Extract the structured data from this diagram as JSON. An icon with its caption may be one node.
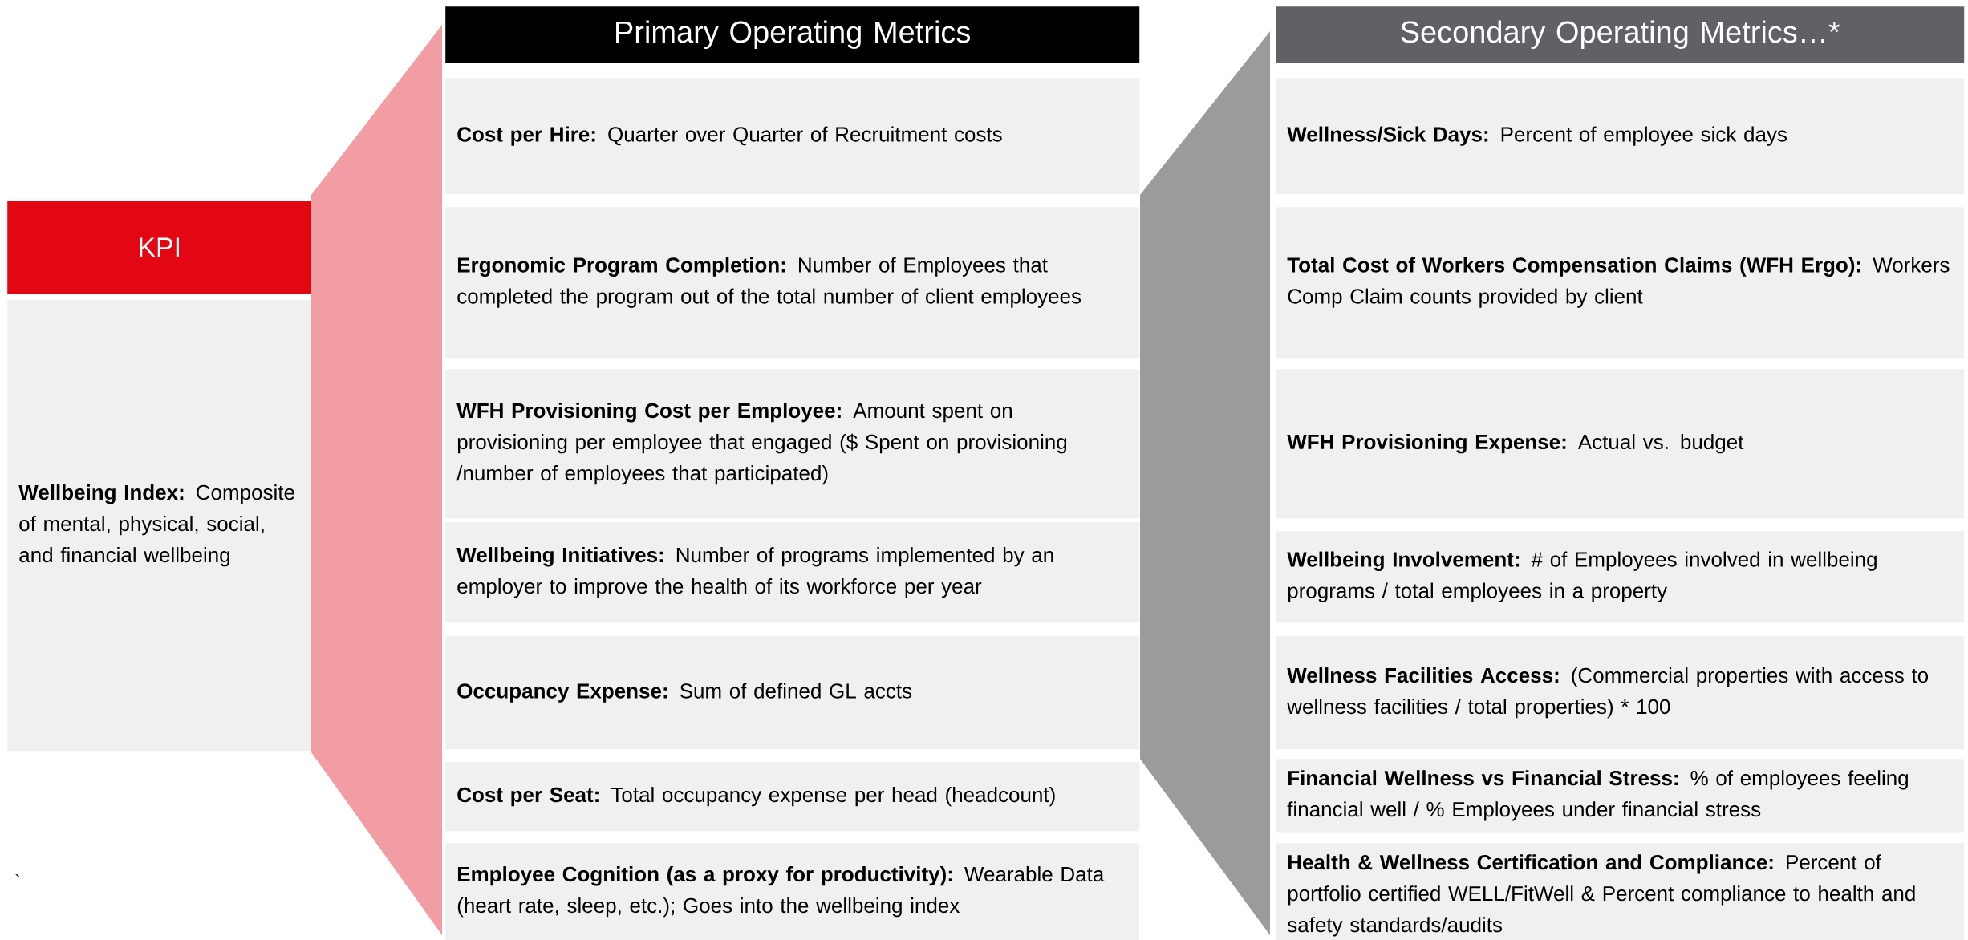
{
  "diagram": {
    "nodes": [
      {
        "text": [
          "KPI"
        ]
      },
      {
        "text": [
          "**Wellbeing Index:** Composite of mental, physical, social, and financial wellbeing"
        ]
      },
      {
        "text": [],
        "shape": "trapezoid"
      },
      {
        "text": [
          "Primary Operating Metrics"
        ]
      },
      {
        "text": [
          "**Cost per Hire:** Quarter over Quarter of Recruitment costs"
        ]
      },
      {
        "text": [
          "**Ergonomic Program Completion:** Number of Employees that completed the program out of the total number of client employees"
        ]
      },
      {
        "text": [
          "**WFH Provisioning Cost per Employee:** Amount spent on provisioning per employee that engaged ($ Spent on provisioning /number of employees that participated)"
        ]
      },
      {
        "text": [
          "**Wellbeing Initiatives:** Number of programs implemented by an employer to improve the health of its workforce per year"
        ]
      },
      {
        "text": [
          "**Occupancy Expense:** Sum of defined GL accts"
        ]
      },
      {
        "text": [
          "**Cost per Seat:** Total occupancy expense per head (headcount)"
        ]
      },
      {
        "text": [
          "**Employee Cognition (as a proxy for productivity):** Wearable Data (heart rate, sleep, etc.); Goes into the wellbeing index"
        ]
      },
      {
        "text": [],
        "shape": "trapezoid"
      },
      {
        "text": [
          "Secondary Operating Metrics…*"
        ]
      },
      {
        "text": [
          "**Wellness/Sick Days:** Percent of employee sick days"
        ]
      },
      {
        "text": [
          "**Total Cost of Workers Compensation Claims (WFH Ergo):** Workers Comp Claim counts provided by client"
        ]
      },
      {
        "text": [
          "**WFH Provisioning Expense:** Actual vs. budget"
        ]
      },
      {
        "text": [
          "**Wellbeing Involvement:** # of Employees involved in wellbeing programs / total employees in a property"
        ]
      },
      {
        "text": [
          "**Wellness Facilities Access:** (Commercial properties with access to wellness facilities / total properties) * 100"
        ]
      },
      {
        "text": [
          "**Financial Wellness vs Financial Stress:** % of employees feeling financial well / % Employees under financial stress"
        ]
      },
      {
        "text": [
          "**Health & Wellness Certification and Compliance:** Percent of portfolio certified WELL/FitWell & Percent compliance to health and safety standards/audits"
        ]
      }
    ],
    "labels": [
      "`"
    ]
  }
}
